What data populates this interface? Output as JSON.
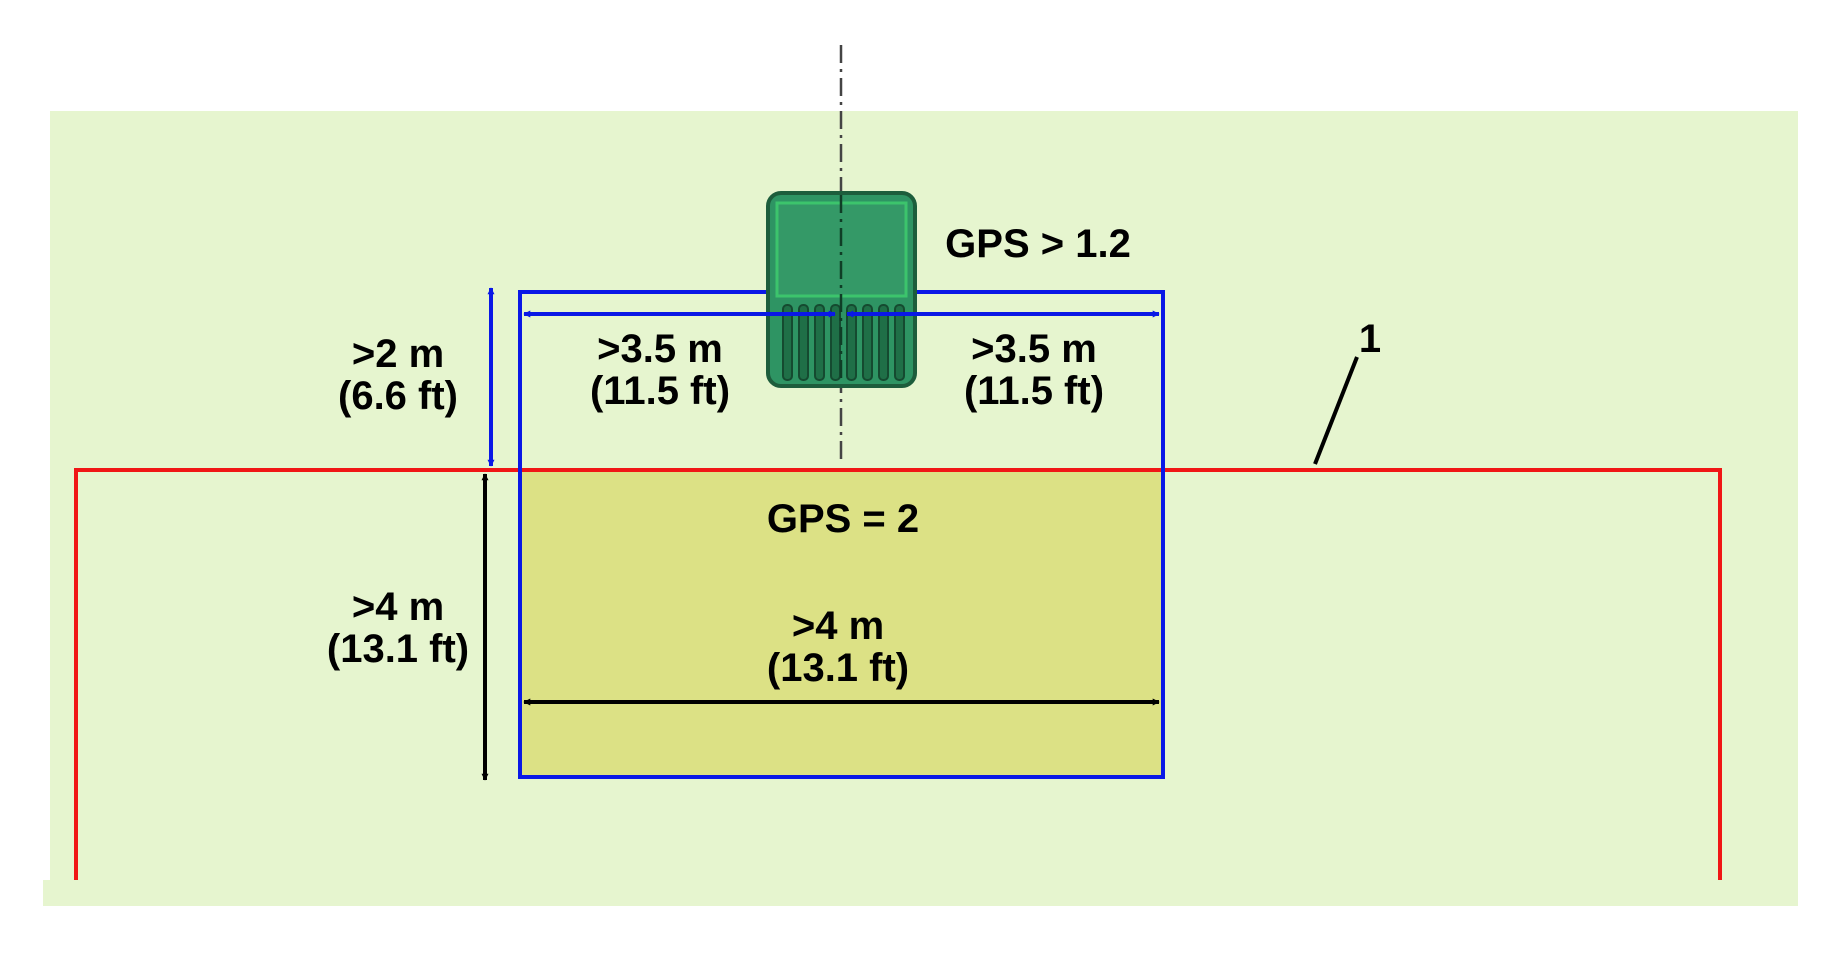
{
  "labels": {
    "gps_above": "GPS > 1.2",
    "gps_zone": "GPS = 2",
    "callout_number": "1",
    "left_width_m": ">3.5 m",
    "left_width_ft": "(11.5 ft)",
    "right_width_m": ">3.5 m",
    "right_width_ft": "(11.5 ft)",
    "top_height_m": ">2 m",
    "top_height_ft": "(6.6 ft)",
    "zone_height_m": ">4 m",
    "zone_height_ft": "(13.1 ft)",
    "zone_width_m": ">4 m",
    "zone_width_ft": "(13.1 ft)"
  },
  "colors": {
    "field_background": "#e6f5cf",
    "zone_fill": "#dce185",
    "zone_outline": "#0a18e6",
    "boundary_line": "#f01616",
    "machine_body": "#2e9463",
    "machine_edge": "#1d5d3c",
    "machine_inner": "#3cc46c",
    "dimension_black": "#000000",
    "dimension_blue": "#0a18e6"
  },
  "icons": {
    "machine": "harvester-icon"
  }
}
